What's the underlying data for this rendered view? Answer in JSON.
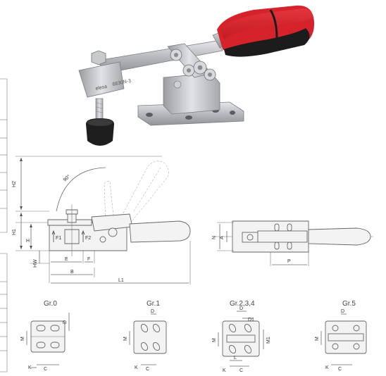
{
  "photo": {
    "engraving_logo": "elesa",
    "engraving_code": "6830N-3",
    "handle_color": "#d5222b",
    "grip_color": "#1c1c1c",
    "steel_color": "#c8c9cc"
  },
  "side_view": {
    "labels": {
      "h2": "H2",
      "h1": "H1",
      "h": "H",
      "hw": "HW",
      "e": "E",
      "f": "F",
      "b": "B",
      "l1": "L1",
      "f1": "F1",
      "f2": "F2",
      "angle": "90°"
    }
  },
  "top_view": {
    "labels": {
      "n": "N",
      "a": "A",
      "p": "P"
    }
  },
  "base_groups": [
    {
      "title": "Gr.0",
      "labels": [
        "D",
        "M",
        "K",
        "C"
      ]
    },
    {
      "title": "Gr.1",
      "labels": [
        "D",
        "M",
        "K",
        "C"
      ]
    },
    {
      "title": "Gr.2,3,4",
      "labels": [
        "D",
        "D1",
        "M",
        "M1",
        "K",
        "L",
        "C"
      ]
    },
    {
      "title": "Gr.5",
      "labels": [
        "D",
        "M",
        "K",
        "C"
      ]
    }
  ]
}
